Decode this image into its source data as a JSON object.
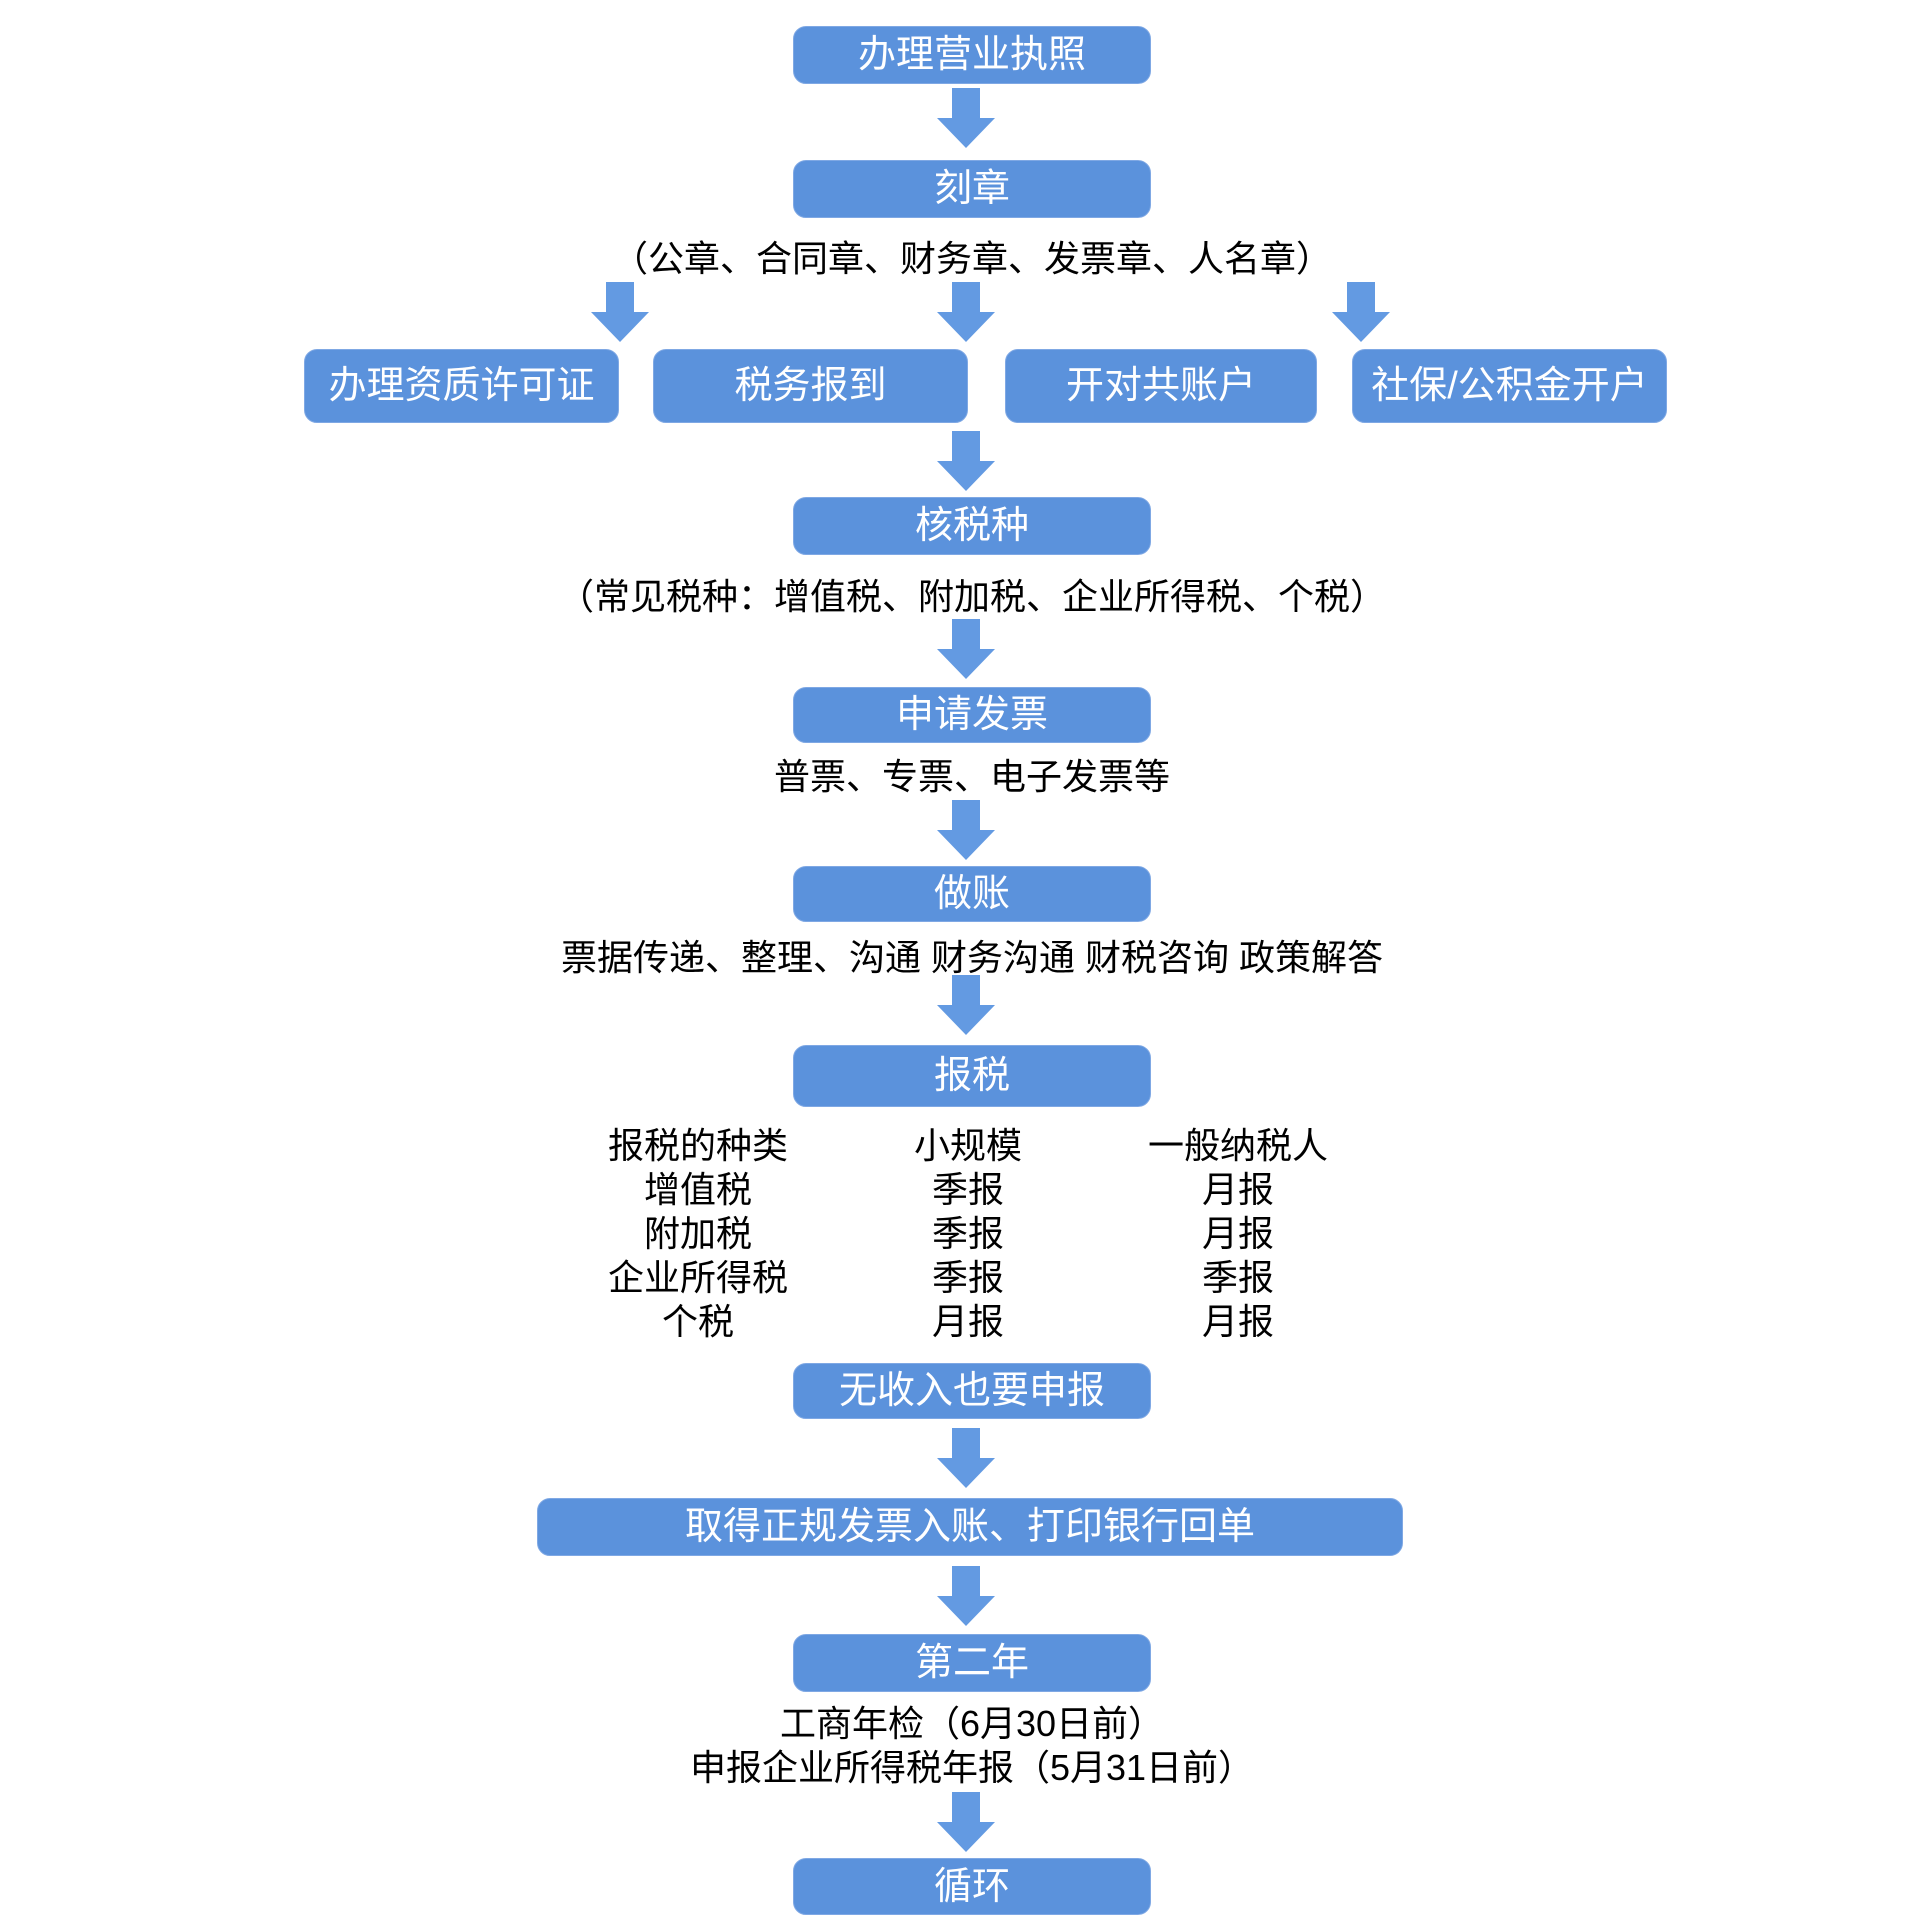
{
  "colors": {
    "box_fill": "#5B92DC",
    "arrow_fill": "#639AE2",
    "box_text": "#FFFFFF",
    "note_text": "#000000",
    "background": "#FFFFFF"
  },
  "flow": {
    "license": "办理营业执照",
    "seal": "刻章",
    "seal_note": "（公章、合同章、财务章、发票章、人名章）",
    "branches": {
      "qualification": "办理资质许可证",
      "tax_registration": "税务报到",
      "corporate_bank_account": "开对共账户",
      "social_security": "社保/公积金开户"
    },
    "tax_type": "核税种",
    "tax_type_note": "（常见税种：增值税、附加税、企业所得税、个税）",
    "invoice": "申请发票",
    "invoice_note": "普票、专票、电子发票等",
    "bookkeeping": "做账",
    "bookkeeping_note": "票据传递、整理、沟通  财务沟通 财税咨询 政策解答",
    "tax_filing": "报税",
    "no_income": "无收入也要申报",
    "vouchers": "取得正规发票入账、打印银行回单",
    "second_year": "第二年",
    "second_year_note_1": "工商年检（6月30日前）",
    "second_year_note_2": "申报企业所得税年报（5月31日前）",
    "loop": "循环"
  },
  "filing_table": {
    "headers": [
      "报税的种类",
      "小规模",
      "一般纳税人"
    ],
    "rows": [
      [
        "增值税",
        "季报",
        "月报"
      ],
      [
        "附加税",
        "季报",
        "月报"
      ],
      [
        "企业所得税",
        "季报",
        "季报"
      ],
      [
        "个税",
        "月报",
        "月报"
      ]
    ]
  }
}
